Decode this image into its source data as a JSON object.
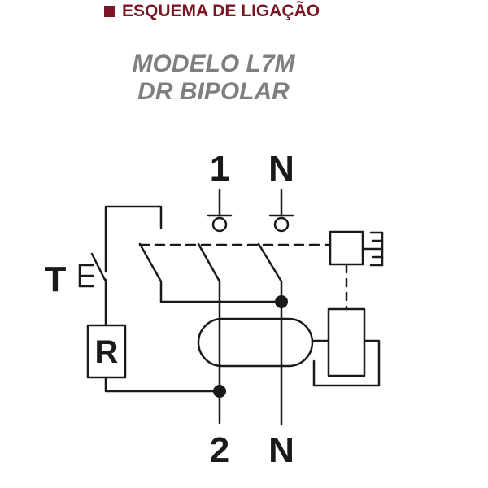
{
  "header": {
    "title": "ESQUEMA DE LIGAÇÃO"
  },
  "model": {
    "line1": "MODELO L7M",
    "line2": "DR BIPOLAR"
  },
  "terminals": {
    "top_left": "1",
    "top_right": "N",
    "bottom_left": "2",
    "bottom_right": "N"
  },
  "test_button": {
    "label": "T"
  },
  "resistor": {
    "label": "R"
  },
  "colors": {
    "header": "#7a1624",
    "model_text": "#7f7f7f",
    "lines": "#1a1a1a"
  }
}
